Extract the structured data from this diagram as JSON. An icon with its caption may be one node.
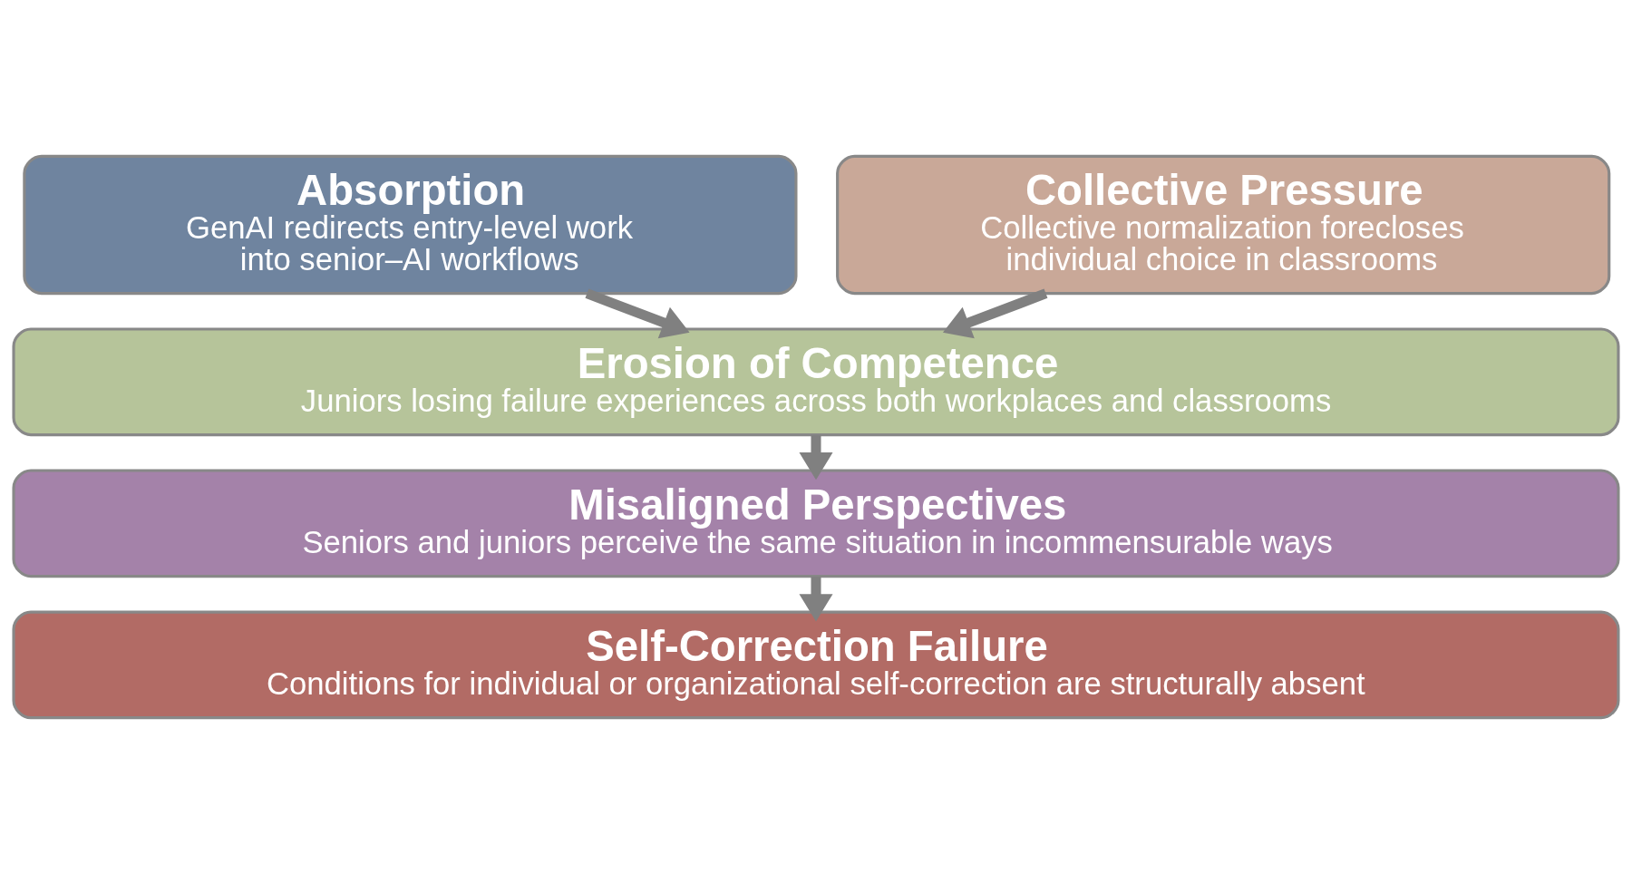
{
  "diagram": {
    "nodes": [
      {
        "text": [
          "Absorption",
          "GenAI redirects entry-level work into senior–AI workflows"
        ]
      },
      {
        "text": [
          "Collective Pressure",
          "Collective normalization forecloses individual choice in classrooms"
        ]
      },
      {
        "text": [
          "Erosion of Competence",
          "Juniors losing failure experiences across both workplaces and classrooms"
        ]
      },
      {
        "text": [
          "Misaligned Perspectives",
          "Seniors and juniors perceive the same situation in incommensurable ways"
        ]
      },
      {
        "text": [
          "Self-Correction Failure",
          "Conditions for individual or organizational self-correction are structurally absent"
        ]
      }
    ],
    "edges": [
      {
        "from": 0,
        "to": 2,
        "arrow": "to"
      },
      {
        "from": 1,
        "to": 2,
        "arrow": "to"
      },
      {
        "from": 2,
        "to": 3,
        "arrow": "to"
      },
      {
        "from": 3,
        "to": 4,
        "arrow": "to"
      }
    ]
  }
}
